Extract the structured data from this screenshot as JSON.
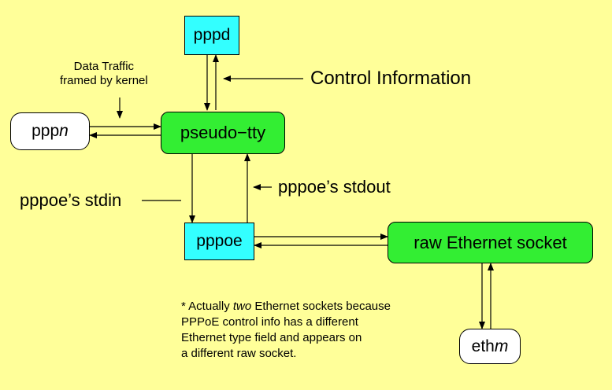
{
  "nodes": {
    "pppd": "pppd",
    "pppn_prefix": "ppp",
    "pppn_italic": "n",
    "pseudo_tty": "pseudo−tty",
    "pppoe": "pppoe",
    "raw_socket": "raw Ethernet socket",
    "ethm_prefix": "eth",
    "ethm_italic": "m"
  },
  "labels": {
    "data_traffic_1": "Data Traffic",
    "data_traffic_2": "framed by kernel",
    "control_info": "Control Information",
    "stdin": "pppoe’s stdin",
    "stdout": "pppoe’s stdout"
  },
  "note": {
    "line1_a": "* Actually ",
    "line1_italic": "two",
    "line1_b": " Ethernet sockets because",
    "line2": "PPPoE control info has a different",
    "line3": "Ethernet type field and appears on",
    "line4": "a different raw socket."
  }
}
